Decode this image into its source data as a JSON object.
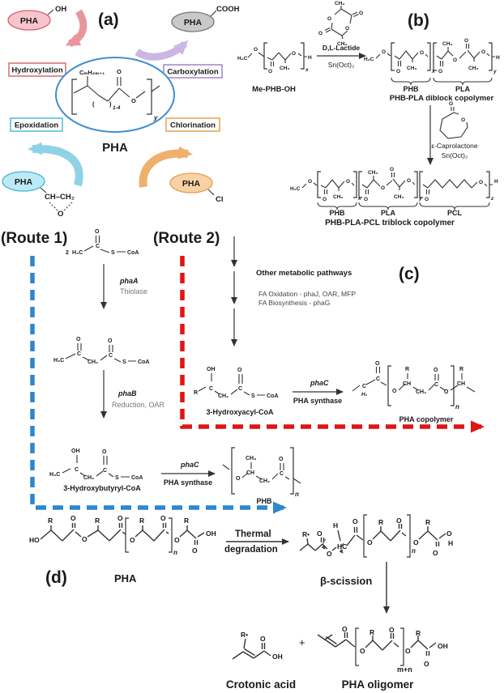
{
  "colors": {
    "accent_red": "#ed1c1c",
    "route1_blue": "#1d4f9e",
    "dash_blue": "#2e86cd",
    "dash_red": "#e01414",
    "hydroxylation_border": "#d96a6a",
    "carboxylation_border": "#a284c6",
    "epoxidation_border": "#4cbcd8",
    "chlorination_border": "#e6a050",
    "ellipse_pink": "#f7c5cb",
    "ellipse_gray": "#c9c9c9",
    "ellipse_cyan": "#bce9f6",
    "ellipse_orange": "#f8d2a2",
    "core_ellipse_blue": "#3f8fd0"
  },
  "atoms": {
    "o": "O",
    "c": "C",
    "s": "S",
    "coa": "CoA",
    "h3c": "H₃C",
    "ch2": "CH₂",
    "ch3": "CH₃",
    "ch": "CH",
    "h2": "H₂",
    "hc": "HC",
    "h": "H",
    "r": "R",
    "r_dot": "R•",
    "oh": "OH",
    "ho": "HO",
    "cooh": "COOH",
    "cl": "Cl",
    "n": "n",
    "x": "x",
    "y": "y",
    "z": "z",
    "plus": "+",
    "m_plus_n": "m+n",
    "two": "2",
    "alkyl": "CₘH₂ₘ₊₁",
    "sub14": "1-4",
    "paren_l": "(",
    "paren_r": ")",
    "epoxide": "CH–CH₂"
  },
  "panel_a": {
    "tag": "(a)",
    "pha": "PHA",
    "labels": {
      "hydroxylation": "Hydroxylation",
      "carboxylation": "Carboxylation",
      "epoxidation": "Epoxidation",
      "chlorination": "Chlorination"
    }
  },
  "panel_b": {
    "tag": "(b)",
    "reactant": "Me-PHB-OH",
    "reagent1": "D,L-Lactide",
    "catalyst": "Sn(Oct)₂",
    "reagent2": "ε-Caprolactone",
    "phb": "PHB",
    "pla": "PLA",
    "pcl": "PCL",
    "diblock_caption": "PHB-PLA diblock copolymer",
    "triblock_caption": "PHB-PLA-PCL triblock copolymer"
  },
  "panel_c": {
    "tag": "(c)",
    "route1": "(Route 1)",
    "route2": "(Route 2)",
    "phaA": "phaA",
    "thiolase": "Thiolase",
    "phaB": "phaB",
    "reduction": "Reduction, OAR",
    "phaC": "phaC",
    "synthase": "PHA synthase",
    "other_pathways": "Other metabolic pathways",
    "fa_oxidation": "FA Oxidation - phaJ, OAR, MFP",
    "fa_biosynthesis": "FA Biosynthesis - phaG",
    "hydroxyacyl": "3-Hydroxyacyl-CoA",
    "copolymer": "PHA copolymer",
    "hydroxybutyryl": "3-Hydroxybutyryl-CoA",
    "phb": "PHB"
  },
  "panel_d": {
    "tag": "(d)",
    "pha": "PHA",
    "thermal_line1": "Thermal",
    "thermal_line2": "degradation",
    "beta": "β-scission",
    "crotonic": "Crotonic acid",
    "oligomer": "PHA oligomer"
  }
}
